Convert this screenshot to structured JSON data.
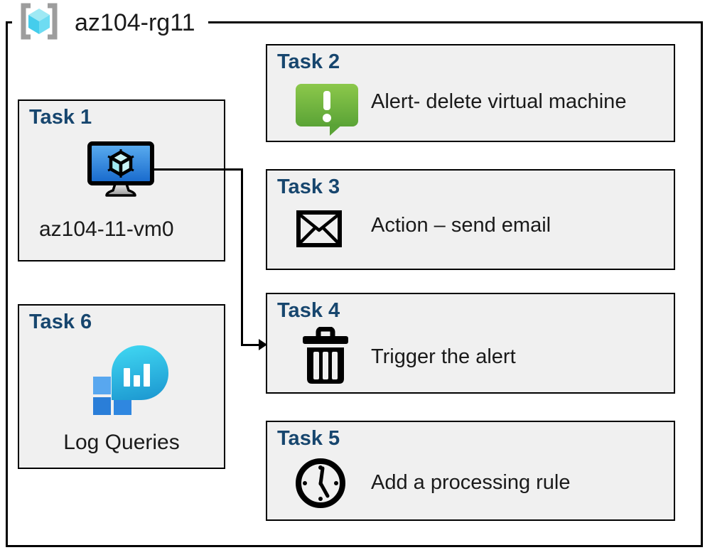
{
  "diagram": {
    "resource_group": {
      "label": "az104-rg11",
      "icon": "resource-group-icon"
    },
    "tasks": [
      {
        "header": "Task 1",
        "label": "az104-11-vm0",
        "icon": "virtual-machine-icon"
      },
      {
        "header": "Task 2",
        "label": "Alert- delete virtual machine",
        "icon": "alert-icon"
      },
      {
        "header": "Task 3",
        "label": "Action – send email",
        "icon": "email-icon"
      },
      {
        "header": "Task 4",
        "label": "Trigger the alert",
        "icon": "trash-icon"
      },
      {
        "header": "Task 5",
        "label": "Add a processing rule",
        "icon": "clock-icon"
      },
      {
        "header": "Task 6",
        "label": "Log Queries",
        "icon": "log-queries-icon"
      }
    ],
    "connector": {
      "from": "Task 1",
      "to": "Task 4"
    },
    "colors": {
      "task_header_blue": "#17466e",
      "box_fill": "#f0f0f0",
      "outline_black": "#000000",
      "alert_green_top": "#8cc84b",
      "alert_green_bottom": "#5aa336",
      "vm_screen_blue_top": "#5caef0",
      "vm_screen_blue_bottom": "#1668cc",
      "cube_cyan": "#45cdec",
      "log_bubble_cyan": "#41d9f3",
      "log_bubble_blue": "#1b95cf",
      "log_square_blue": "#2a7ed8"
    }
  }
}
